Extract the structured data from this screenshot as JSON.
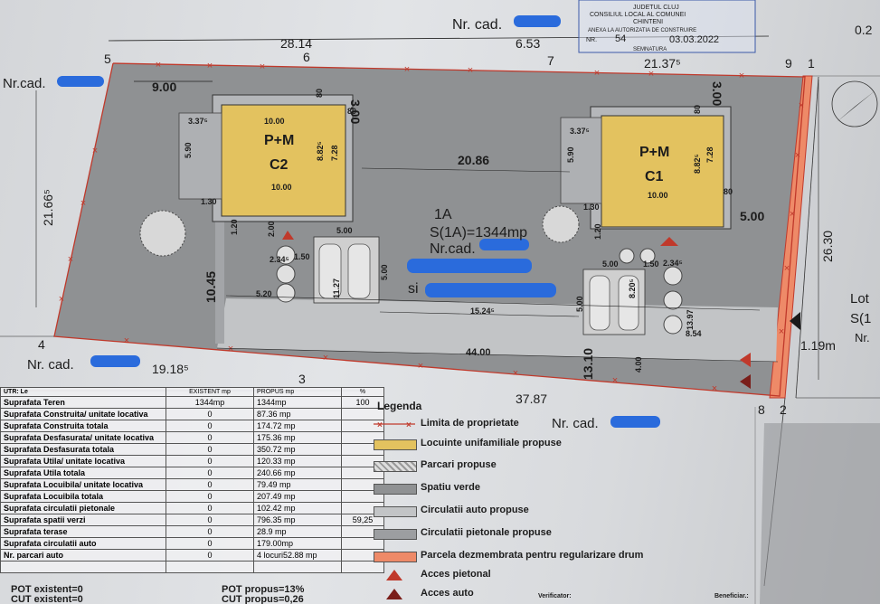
{
  "stamp": {
    "line1": "JUDETUL CLUJ",
    "line2": "CONSILIUL LOCAL AL COMUNEI",
    "line3": "CHINTENI",
    "line4": "ANEXA LA AUTORIZATIA DE CONSTRUIRE",
    "nr_label": "NR.",
    "nr": "54",
    "date": "03.03.2022",
    "sign": "SEMNATURA"
  },
  "cadastral": {
    "top": "Nr. cad.",
    "left_top": "Nr.cad.",
    "left_bottom": "Nr. cad.",
    "bottom_right": "Nr. cad.",
    "right_lot": "Lot",
    "right_s": "S(1",
    "right_nr": "Nr."
  },
  "dimensions": {
    "top_left": "28.14",
    "top_mid": "6.53",
    "top_right": "21.37⁵",
    "top_far": "0.2",
    "left_edge": "21.66⁵",
    "setback_left": "9.00",
    "setback_top_c2": "3.00",
    "setback_top_c1": "3.00",
    "between_houses": "20.86",
    "c1_right": "5.00",
    "right_edge": "26.30",
    "road_width": "1.19m",
    "c2_down": "10.45",
    "c2_left_road": "5.20",
    "c2_parking_w": "5.00",
    "c2_parking_h": "11.27",
    "c2_parking_5": "5.00",
    "c2_234": "2.34⁵",
    "c2_150": "1.50",
    "walk_1524": "15.24⁵",
    "c1_parking_500": "5.00",
    "c1_parking_150": "1.50",
    "c1_234": "2.34⁵",
    "c1_820": "8.20⁵",
    "c1_500b": "5.00",
    "c1_1397": "13.97",
    "c1_854": "8.54",
    "c1_400": "4.00",
    "c1_1310": "13.10",
    "bottom_44": "44.00",
    "bottom_3787": "37.87",
    "bottom_left_1918": "19.18⁵",
    "c2_337": "3.37⁵",
    "c2_590": "5.90",
    "c2_130": "1.30",
    "c2_120": "1.20",
    "c2_200": "2.00",
    "c2_80a": "80",
    "c2_80b": "80",
    "c2_882": "8.82⁵",
    "c2_728": "7.28",
    "c2_1000": "10.00",
    "c1_337": "3.37⁵",
    "c1_590": "5.90",
    "c1_130": "1.30",
    "c1_120": "1.20",
    "c1_80a": "80",
    "c1_80b": "80",
    "c1_882": "8.82⁵",
    "c1_728": "7.28",
    "c1_1000": "10.00"
  },
  "points": {
    "p5": "5",
    "p6": "6",
    "p7": "7",
    "p9": "9",
    "p1": "1",
    "p4": "4",
    "p3": "3",
    "p8": "8",
    "p2": "2"
  },
  "houses": {
    "c2_line1": "P+M",
    "c2_line2": "C2",
    "c1_line1": "P+M",
    "c1_line2": "C1"
  },
  "lot": {
    "id": "1A",
    "area": "S(1A)=1344mp",
    "nrcad": "Nr.cad.",
    "si": "si"
  },
  "table": {
    "title": "UTR: Le",
    "headers": [
      "",
      "EXISTENT mp",
      "PROPUS mp",
      "%"
    ],
    "rows": [
      [
        "Suprafata Teren",
        "1344mp",
        "1344mp",
        "100"
      ],
      [
        "Suprafata Construita/ unitate locativa",
        "0",
        "87.36 mp",
        ""
      ],
      [
        "Suprafata Construita totala",
        "0",
        "174.72 mp",
        ""
      ],
      [
        "Suprafata Desfasurata/ unitate locativa",
        "0",
        "175.36 mp",
        ""
      ],
      [
        "Suprafata Desfasurata totala",
        "0",
        "350.72 mp",
        ""
      ],
      [
        "Suprafata Utila/ unitate locativa",
        "0",
        "120.33 mp",
        ""
      ],
      [
        "Suprafata Utila totala",
        "0",
        "240.66 mp",
        ""
      ],
      [
        "Suprafata Locuibila/ unitate locativa",
        "0",
        "79.49 mp",
        ""
      ],
      [
        "Suprafata Locuibila totala",
        "0",
        "207.49 mp",
        ""
      ],
      [
        "Suprafata circulatii pietonale",
        "0",
        "102.42 mp",
        ""
      ],
      [
        "Suprafata spatii verzi",
        "0",
        "796.35 mp",
        "59,25"
      ],
      [
        "Suprafata terase",
        "0",
        "28.9 mp",
        ""
      ],
      [
        "Suprafata circulatii auto",
        "0",
        "179.00mp",
        ""
      ],
      [
        "Nr. parcari auto",
        "0",
        "4 locuri52.88 mp",
        ""
      ]
    ],
    "pot_existent": "POT existent=0",
    "pot_propus": "POT propus=13%",
    "cut_existent": "CUT existent=0",
    "cut_propus": "CUT propus=0,26"
  },
  "legend": {
    "title": "Legenda",
    "items": [
      {
        "label": "Limita de proprietate",
        "color": "#c0392b"
      },
      {
        "label": "Locuinte unifamiliale propuse",
        "color": "#e3c25f"
      },
      {
        "label": "Parcari propuse",
        "color": "#b8b8b8"
      },
      {
        "label": "Spatiu verde",
        "color": "#8f9193"
      },
      {
        "label": "Circulatii auto propuse",
        "color": "#c2c4c6"
      },
      {
        "label": "Circulatii pietonale propuse",
        "color": "#9c9ea1"
      },
      {
        "label": "Parcela dezmembrata pentru regularizare drum",
        "color": "#ee8a68"
      },
      {
        "label": "Acces pietonal",
        "color": "#c0392b"
      },
      {
        "label": "Acces auto",
        "color": "#7a1e1a"
      }
    ]
  },
  "footer": {
    "verificator": "Verificator:",
    "beneficiar": "Beneficiar.:"
  },
  "colors": {
    "green": "#8f9193",
    "house": "#e3c25f",
    "road_strip": "#ee8a68",
    "boundary": "#c0392b"
  }
}
